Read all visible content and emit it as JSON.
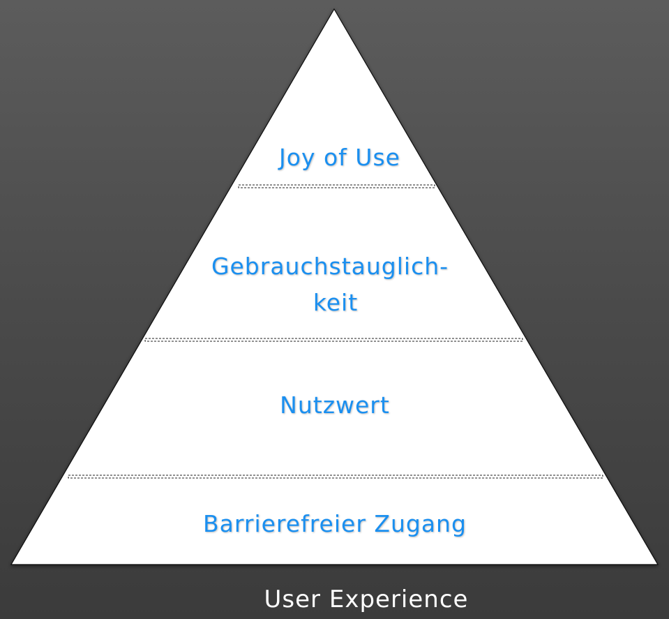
{
  "pyramid": {
    "levels": [
      {
        "lines": [
          "Joy of Use"
        ]
      },
      {
        "lines": [
          "Gebrauchstauglich-",
          "keit"
        ]
      },
      {
        "lines": [
          "Nutzwert"
        ]
      },
      {
        "lines": [
          "Barrierefreier Zugang"
        ]
      }
    ],
    "caption": "User Experience"
  },
  "colors": {
    "text_accent": "#1a8ff0",
    "caption": "#ffffff",
    "pyramid_fill": "#ffffff"
  }
}
